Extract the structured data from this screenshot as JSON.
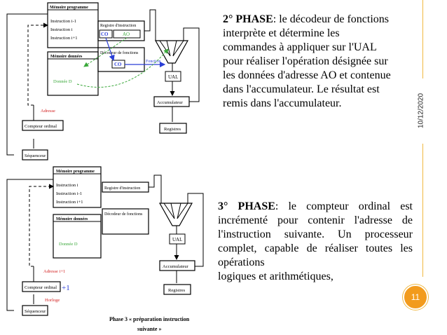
{
  "slide": {
    "date": "10/12/2020",
    "page_number": "11",
    "phase2": {
      "lead": "2° PHASE",
      "text": ": le décodeur de fonctions interprète et détermine les commandes à appliquer sur l'UAL pour réaliser l'opération désignée sur les données d'adresse AO et contenue dans l'accumulateur. Le résultat est remis dans l'accumulateur."
    },
    "phase3": {
      "lead": "3° PHASE",
      "text": ": le compteur ordinal est incrémenté pour contenir l'adresse de l'instruction suivante. Un processeur complet, capable de réaliser toutes les opérations",
      "last_line": "logiques et arithmétiques,"
    }
  },
  "diagram_top": {
    "memoire_programme": "Mémoire programme",
    "instr_prev": "Instruction i-1",
    "instr_cur": "Instruction i",
    "instr_next": "Instruction i+1",
    "registre_instruction": "Registre d'instruction",
    "co": "CO",
    "ao": "AO",
    "memoire_donnees": "Mémoire données",
    "decodeur": "Décodeur de fonctions",
    "co_box": "CO",
    "fonction": "Fonction",
    "donnee": "Donnée D",
    "adresse": "Adresse",
    "ual": "UAL",
    "accumulateur": "Accumulateur",
    "registres": "Registres",
    "compteur": "Compteur ordinal",
    "sequenceur": "Séquenceur"
  },
  "diagram_bottom": {
    "memoire_programme": "Mémoire programme",
    "instr_cur": "Instruction i",
    "instr_prev": "Instruction i-1",
    "instr_next": "Instruction i+1",
    "registre_instruction": "Registre d'instruction",
    "memoire_donnees": "Mémoire données",
    "decodeur": "Décodeur de fonctions",
    "donnee": "Donnée D",
    "adresse": "Adresse i+1",
    "ual": "UAL",
    "accumulateur": "Accumulateur",
    "registres": "Registres",
    "compteur": "Compteur ordinal",
    "plus_one": "+1",
    "horloge": "Horloge",
    "sequenceur": "Séquenceur",
    "caption_line1": "Phase 3 « préparation instruction",
    "caption_line2": "suivante »"
  },
  "colors": {
    "accent_orange": "#f29b1d",
    "arrow_blue": "#2b3fd6",
    "arrow_green": "#3aa83a",
    "address_red": "#d21e1e"
  }
}
